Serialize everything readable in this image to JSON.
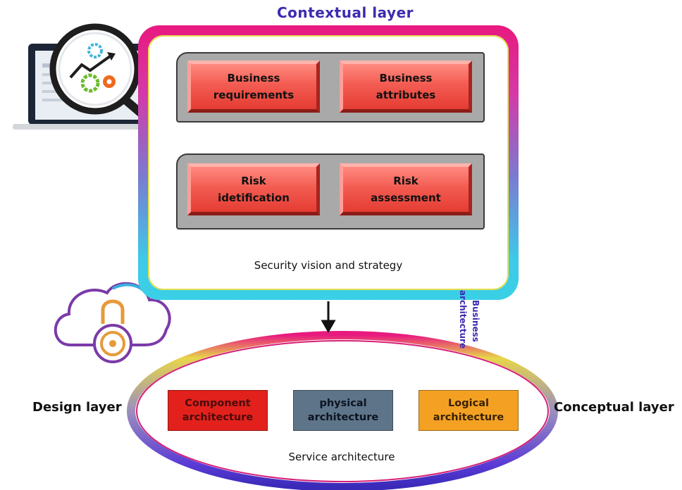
{
  "contextual_layer": {
    "title": "Contextual layer",
    "boxes": [
      {
        "label": "Business\nrequirements"
      },
      {
        "label": "Business\nattributes"
      },
      {
        "label": "Risk\nidetification"
      },
      {
        "label": "Risk\nassessment"
      }
    ],
    "footer": "Security vision and strategy"
  },
  "business_architecture": {
    "line1": "Business",
    "line2": "architecture"
  },
  "service_architecture": {
    "label": "Service architecture",
    "boxes": [
      {
        "label": "Component\narchitecture",
        "color": "#e2211c"
      },
      {
        "label": "physical\narchitecture",
        "color": "#5d7489"
      },
      {
        "label": "Logical\narchitecture",
        "color": "#f4a123"
      }
    ]
  },
  "side_labels": {
    "left": "Design layer",
    "right": "Conceptual layer"
  },
  "icons": [
    "laptop-analytics-icon",
    "magnifier-icon",
    "gear-icon",
    "trend-arrow-icon",
    "cloud-lock-icon"
  ]
}
